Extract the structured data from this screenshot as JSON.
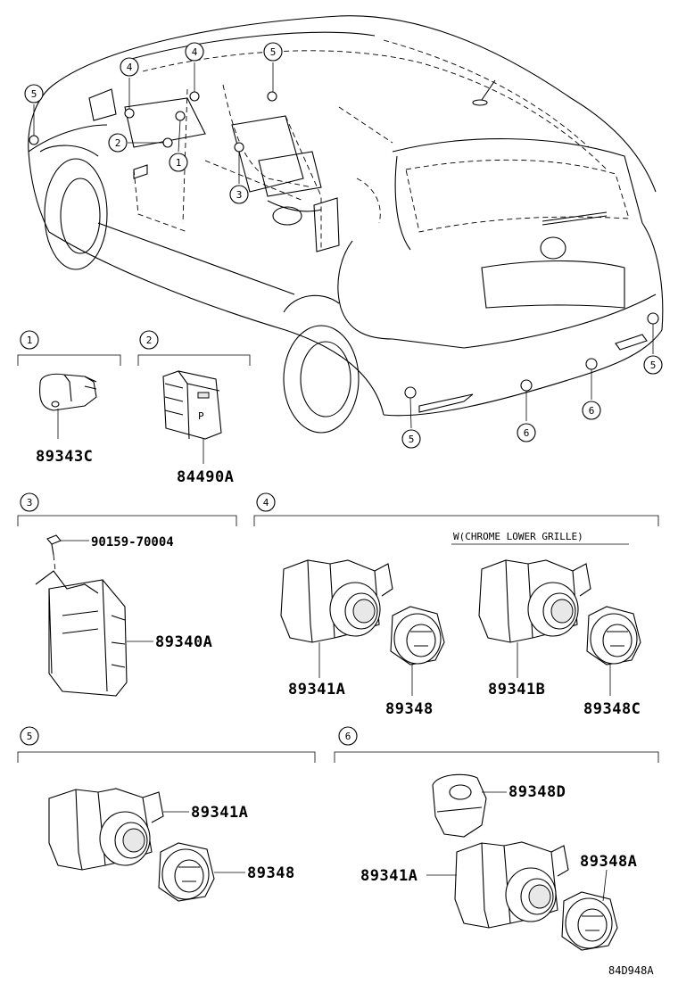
{
  "callouts": {
    "c1": "1",
    "c2": "2",
    "c3": "3",
    "c4": "4",
    "c5": "5",
    "c6": "6"
  },
  "parts": {
    "p89343C": "89343C",
    "p84490A": "84490A",
    "p90159": "90159-70004",
    "p89340A": "89340A",
    "p89341A": "89341A",
    "p89348": "89348",
    "p89341B": "89341B",
    "p89348C": "89348C",
    "p89348D": "89348D",
    "p89348A": "89348A"
  },
  "notes": {
    "chrome_grille": "W(CHROME LOWER GRILLE)"
  },
  "diagram_ref": "84D948A"
}
